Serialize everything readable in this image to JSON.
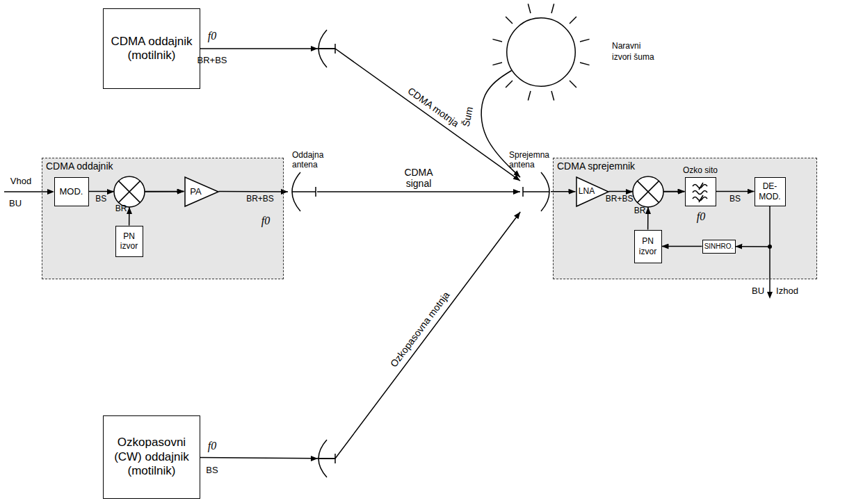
{
  "diagram": {
    "nodes": [
      {
        "text": [
          "CDMA oddajnik (motilnik)"
        ]
      },
      {
        "text": [
          "Naravni izvori šuma"
        ]
      },
      {
        "text": [
          "CDMA oddajnik"
        ]
      },
      {
        "text": [
          "MOD."
        ],
        "in": 2
      },
      {
        "text": [
          "PN izvor"
        ],
        "in": 2
      },
      {
        "text": [
          "PA"
        ],
        "in": 2
      },
      {
        "text": [
          "Oddajna antena"
        ]
      },
      {
        "text": [
          "Sprejemna antena"
        ]
      },
      {
        "text": [
          "CDMA sprejemnik"
        ]
      },
      {
        "text": [
          "LNA"
        ],
        "in": 8
      },
      {
        "text": [
          "Ozko sito"
        ],
        "in": 8
      },
      {
        "text": [
          "DE- MOD."
        ],
        "in": 8
      },
      {
        "text": [
          "PN izvor"
        ],
        "in": 8
      },
      {
        "text": [
          "SINHRO."
        ],
        "in": 8
      },
      {
        "text": [
          "Ozkopasovni (CW) oddajnik (motilnik)"
        ]
      }
    ],
    "edges": [
      {
        "from": 0,
        "to": 7,
        "arrow": "to",
        "label": "CDMA motnja"
      },
      {
        "from": 1,
        "to": 7,
        "arrow": "to",
        "label": "Šum"
      },
      {
        "from": 3,
        "to": 5,
        "arrow": "to",
        "label": "BS"
      },
      {
        "from": 4,
        "to": 5,
        "arrow": "to",
        "label": "BR"
      },
      {
        "from": 5,
        "to": 6,
        "arrow": "to",
        "label": "BR+BS"
      },
      {
        "from": 6,
        "to": 7,
        "arrow": "to",
        "label": "CDMA signal"
      },
      {
        "from": 14,
        "to": 7,
        "arrow": "to",
        "label": "Ozkopasovna motnja"
      },
      {
        "from": 7,
        "to": 9,
        "arrow": "to"
      },
      {
        "from": 9,
        "to": 10,
        "arrow": "to",
        "label": "BR+BS"
      },
      {
        "from": 12,
        "to": 10,
        "arrow": "to",
        "label": "BR"
      },
      {
        "from": 10,
        "to": 11,
        "arrow": "to",
        "label": "BS"
      },
      {
        "from": 11,
        "to": 13,
        "arrow": "to"
      },
      {
        "from": 13,
        "to": 12,
        "arrow": "to"
      }
    ],
    "labels": [
      "f0",
      "BR+BS",
      "Vhod",
      "BU",
      "f0",
      "f0",
      "BU",
      "Izhod",
      "f0",
      "BS"
    ]
  }
}
